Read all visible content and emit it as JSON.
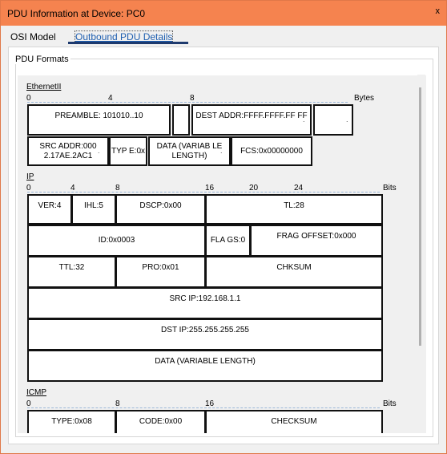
{
  "window": {
    "title": "PDU Information at Device: PC0",
    "close_label": "x"
  },
  "tabs": [
    {
      "label": "OSI Model"
    },
    {
      "label": "Outbound PDU Details"
    }
  ],
  "group_label": "PDU Formats",
  "ethernet": {
    "title": "EthernetII",
    "unit": "Bytes",
    "ticks": [
      "0",
      "4",
      "8"
    ],
    "preamble": "PREAMBLE: 101010..10",
    "dest": "DEST ADDR:FFFF.FFFF.FF FF",
    "src": "SRC ADDR:000 2.17AE.2AC1",
    "type": "TYP E:0x",
    "data": "DATA (VARIAB LE LENGTH)",
    "fcs": "FCS:0x00000000"
  },
  "ip": {
    "title": "IP",
    "unit": "Bits",
    "ticks": [
      "0",
      "4",
      "8",
      "16",
      "20",
      "24"
    ],
    "ver": "VER:4",
    "ihl": "IHL:5",
    "dscp": "DSCP:0x00",
    "tl": "TL:28",
    "id": "ID:0x0003",
    "flags": "FLA GS:0",
    "frag": "FRAG OFFSET:0x000",
    "ttl": "TTL:32",
    "pro": "PRO:0x01",
    "chksum": "CHKSUM",
    "src": "SRC IP:192.168.1.1",
    "dst": "DST IP:255.255.255.255",
    "data": "DATA (VARIABLE LENGTH)"
  },
  "icmp": {
    "title": "ICMP",
    "unit": "Bits",
    "ticks": [
      "0",
      "8",
      "16"
    ],
    "type": "TYPE:0x08",
    "code": "CODE:0x00",
    "checksum": "CHECKSUM"
  },
  "ellipsis": "."
}
